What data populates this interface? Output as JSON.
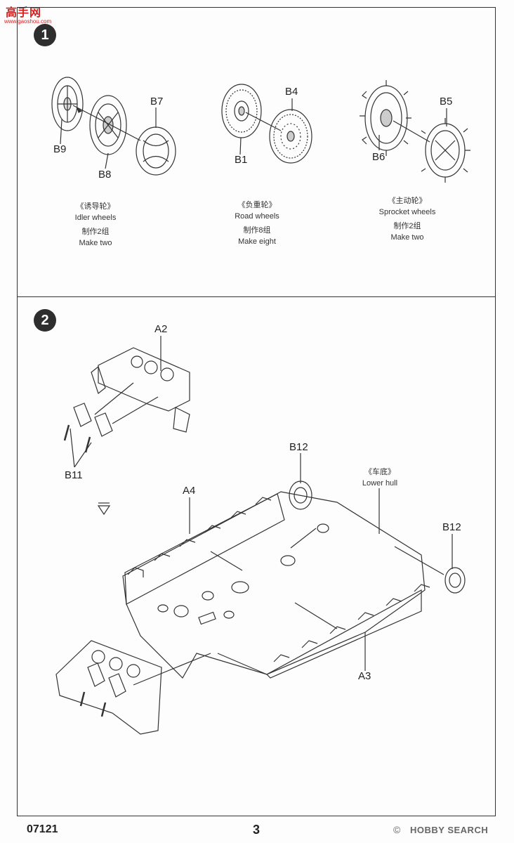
{
  "header": {
    "logo_text": "高手网",
    "logo_url": "www.gaoshou.com"
  },
  "step1": {
    "number": "1",
    "parts": [
      "B9",
      "B8",
      "B7",
      "B1",
      "B4",
      "B6",
      "B5"
    ],
    "idler": {
      "cn": "《诱导轮》",
      "en": "Idler wheels",
      "qty_cn": "制作2组",
      "qty_en": "Make two"
    },
    "road": {
      "cn": "《负重轮》",
      "en": "Road  wheels",
      "qty_cn": "制作8组",
      "qty_en": "Make eight"
    },
    "sprocket": {
      "cn": "《主动轮》",
      "en": "Sprocket wheels",
      "qty_cn": "制作2组",
      "qty_en": "Make two"
    }
  },
  "step2": {
    "number": "2",
    "parts": [
      "A2",
      "B11",
      "B12",
      "A4",
      "B12",
      "A3"
    ],
    "hull": {
      "cn": "《车底》",
      "en": "Lower  hull"
    }
  },
  "footer": {
    "code": "07121",
    "page": "3",
    "copyright": "©",
    "brand": "HOBBY SEARCH"
  }
}
